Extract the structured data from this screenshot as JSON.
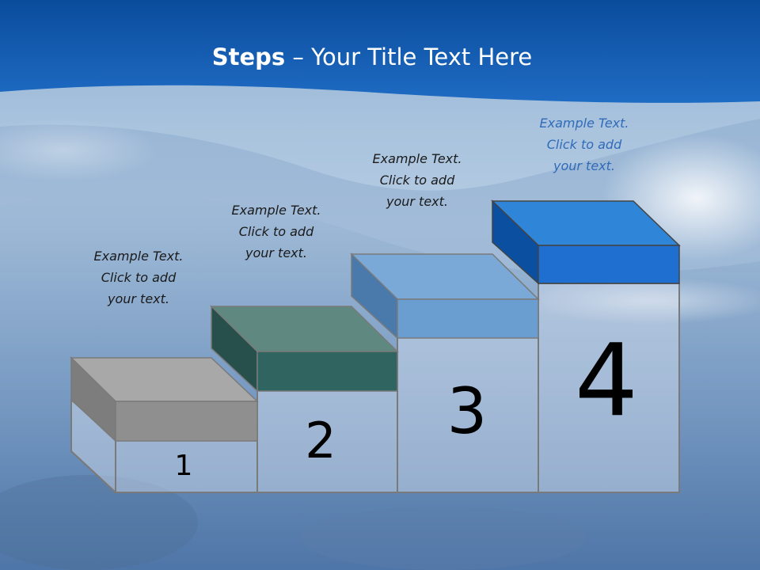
{
  "title": {
    "bold": "Steps",
    "rest": " – Your Title Text Here"
  },
  "steps": [
    {
      "number": "1",
      "lines": [
        "Example Text.",
        "Click  to add",
        "your text."
      ]
    },
    {
      "number": "2",
      "lines": [
        "Example Text.",
        "Click  to add",
        "your text."
      ]
    },
    {
      "number": "3",
      "lines": [
        "Example Text.",
        "Click  to add",
        "your text."
      ]
    },
    {
      "number": "4",
      "lines": [
        "Example Text.",
        "Click  to add",
        "your text."
      ]
    }
  ],
  "colors": {
    "header": "#1a63b8",
    "step1": "#8f8f8f",
    "step2": "#2f6460",
    "step3": "#6a9ed0",
    "step4": "#1e6fd0",
    "accent_text": "#2f6bb8"
  }
}
